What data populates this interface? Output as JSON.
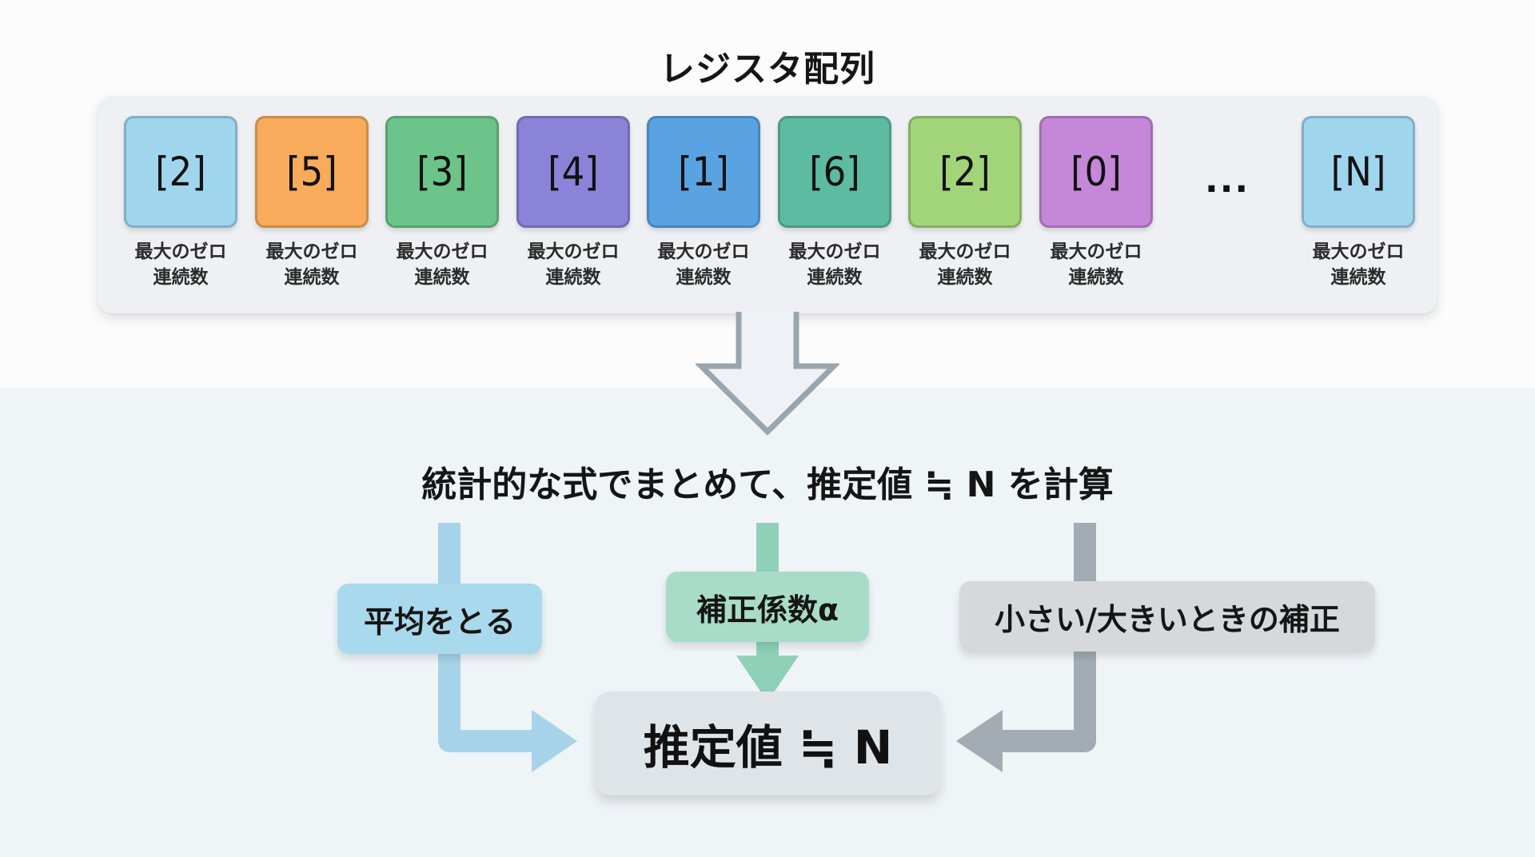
{
  "title": "レジスタ配列",
  "registers": [
    {
      "value": "[2]",
      "label_line1": "最大のゼロ",
      "label_line2": "連続数",
      "color": "#9fd6ee"
    },
    {
      "value": "[5]",
      "label_line1": "最大のゼロ",
      "label_line2": "連続数",
      "color": "#f7ab5b"
    },
    {
      "value": "[3]",
      "label_line1": "最大のゼロ",
      "label_line2": "連続数",
      "color": "#6cc48a"
    },
    {
      "value": "[4]",
      "label_line1": "最大のゼロ",
      "label_line2": "連続数",
      "color": "#8b83d8"
    },
    {
      "value": "[1]",
      "label_line1": "最大のゼロ",
      "label_line2": "連続数",
      "color": "#5aa3e2"
    },
    {
      "value": "[6]",
      "label_line1": "最大のゼロ",
      "label_line2": "連続数",
      "color": "#5cbba0"
    },
    {
      "value": "[2]",
      "label_line1": "最大のゼロ",
      "label_line2": "連続数",
      "color": "#a2d47a"
    },
    {
      "value": "[0]",
      "label_line1": "最大のゼロ",
      "label_line2": "連続数",
      "color": "#c587d8"
    },
    {
      "value": "[N]",
      "label_line1": "最大のゼロ",
      "label_line2": "連続数",
      "color": "#9fd6ee"
    }
  ],
  "ellipsis": "...",
  "formula_text": "統計的な式でまとめて、推定値 ≒ N を計算",
  "steps": [
    {
      "label": "平均をとる",
      "color": "#a9d9ec",
      "arrow_color": "#a7d3ea"
    },
    {
      "label": "補正係数α",
      "color": "#a8dcc9",
      "arrow_color": "#8fd0b8"
    },
    {
      "label": "小さい/大きいときの補正",
      "color": "#d6d8db",
      "arrow_color": "#a3acb3"
    }
  ],
  "result": "推定値 ≒ N",
  "arrow_outline_color": "#9aa5ae"
}
